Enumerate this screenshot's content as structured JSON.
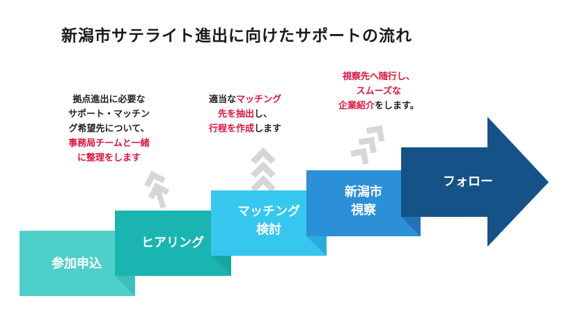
{
  "title": "新潟市サテライト進出に向けたサポートの流れ",
  "notes": [
    {
      "lines": [
        [
          "拠点進出に必要な",
          ""
        ],
        [
          "サポート・マッチン",
          ""
        ],
        [
          "グ希望先について、",
          ""
        ],
        [
          "",
          "事務局チームと一緒"
        ],
        [
          "",
          "に整理をします"
        ]
      ]
    },
    {
      "lines": [
        [
          "適当な",
          "マッチング"
        ],
        [
          "",
          "先を抽出",
          "し、"
        ],
        [
          "",
          "行程を作成",
          "します"
        ]
      ]
    },
    {
      "lines": [
        [
          "",
          "視察先へ随行し、"
        ],
        [
          "",
          "スムーズな"
        ],
        [
          "",
          "企業紹介",
          "をします。"
        ]
      ]
    }
  ],
  "steps": [
    {
      "label": "参加申込",
      "color": "#4fcfca",
      "fold": "#3dbfbb"
    },
    {
      "label": "ヒアリング",
      "color": "#1ab5b1",
      "fold": "#17a7a3"
    },
    {
      "label1": "マッチング",
      "label2": "検討",
      "color": "#36c7ef",
      "fold": "#2aabe0"
    },
    {
      "label1": "新潟市",
      "label2": "視察",
      "color": "#2b90d6",
      "fold": "#2272b5"
    },
    {
      "label": "フォロー",
      "color": "#155288"
    }
  ],
  "accent_red": "#e0143c",
  "chevron_color": "#d6d6d6"
}
